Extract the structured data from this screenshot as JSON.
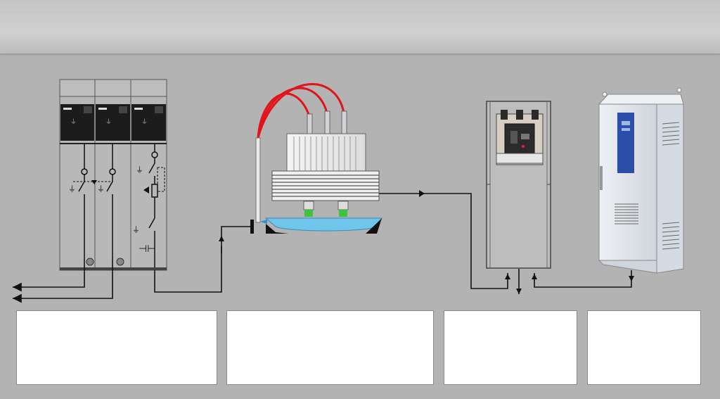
{
  "header": {
    "title": ""
  },
  "panels": [
    {
      "text": ""
    },
    {
      "text": ""
    },
    {
      "text": ""
    },
    {
      "text": ""
    }
  ],
  "colors": {
    "background": "#b3b3b3",
    "line": "#111111",
    "cable_red": "#e0141a",
    "ups_badge": "#2b4fa8",
    "oil_tray": "#6fc6ea",
    "insulator_green": "#3ec43a"
  },
  "components": {
    "switchgear": "medium-voltage-switchgear",
    "transformer": "distribution-transformer",
    "breaker_cabinet": "low-voltage-breaker-cabinet",
    "ups_cabinet": "ups-cabinet"
  }
}
